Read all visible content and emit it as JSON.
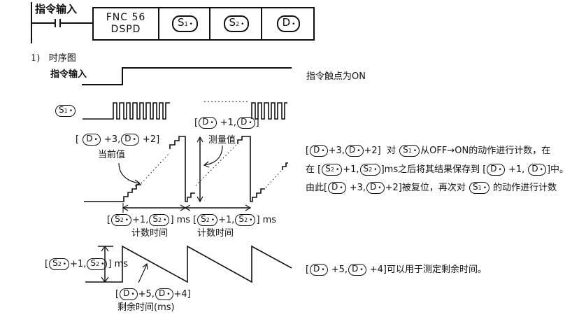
{
  "ladder": {
    "input_label": "指令输入",
    "fnc_number": "FNC 56",
    "fnc_name": "DSPD",
    "operands": [
      "S1",
      "S2",
      "D"
    ]
  },
  "section": {
    "number": "1)",
    "title": "时序图"
  },
  "timing": {
    "input_label": "指令输入",
    "input_note": "指令触点为ON",
    "s1_label": [
      {
        "op": "S1"
      }
    ],
    "current_value_label": [
      "[ ",
      {
        "op": "D"
      },
      " +3,",
      {
        "op": "D"
      },
      " +2]"
    ],
    "current_value_caption": "当前值",
    "measured_value_label": [
      "[",
      {
        "op": "D"
      },
      " +1,",
      {
        "op": "D"
      },
      "]"
    ],
    "measured_value_caption": "测量值",
    "count_time_label_1": [
      "[",
      {
        "op": "S2"
      },
      "+1,",
      {
        "op": "S2"
      },
      "] ms"
    ],
    "count_time_caption_1": "计数时间",
    "count_time_label_2": [
      "[",
      {
        "op": "S2"
      },
      "+1,",
      {
        "op": "S2"
      },
      "] ms"
    ],
    "count_time_caption_2": "计数时间",
    "period_label": [
      "[",
      {
        "op": "S2"
      },
      "+1,",
      {
        "op": "S2"
      },
      "] ms"
    ],
    "remaining_label": [
      "[",
      {
        "op": "D"
      },
      "+5,",
      {
        "op": "D"
      },
      "+4]"
    ],
    "remaining_caption": "剩余时间(ms)"
  },
  "description": {
    "line1": [
      "[",
      {
        "op": "D"
      },
      "+3,",
      {
        "op": "D"
      },
      "+2]  对 ",
      {
        "op": "S1"
      },
      "从OFF→ON的动作进行计数，在"
    ],
    "line2": [
      "在 [",
      {
        "op": "S2"
      },
      "+1,",
      {
        "op": "S2"
      },
      "]ms之后将其结果保存到 [",
      {
        "op": "D"
      },
      " +1, ",
      {
        "op": "D"
      },
      "]中。"
    ],
    "line3": [
      "由此[",
      {
        "op": "D"
      },
      " +3,",
      {
        "op": "D"
      },
      "+2]被复位，再次对 ",
      {
        "op": "S1"
      },
      " 的动作进行计数"
    ],
    "remaining_note": [
      "[",
      {
        "op": "D"
      },
      " +5,",
      {
        "op": "D"
      },
      " +4]可以用于测定剩余时间。"
    ]
  }
}
